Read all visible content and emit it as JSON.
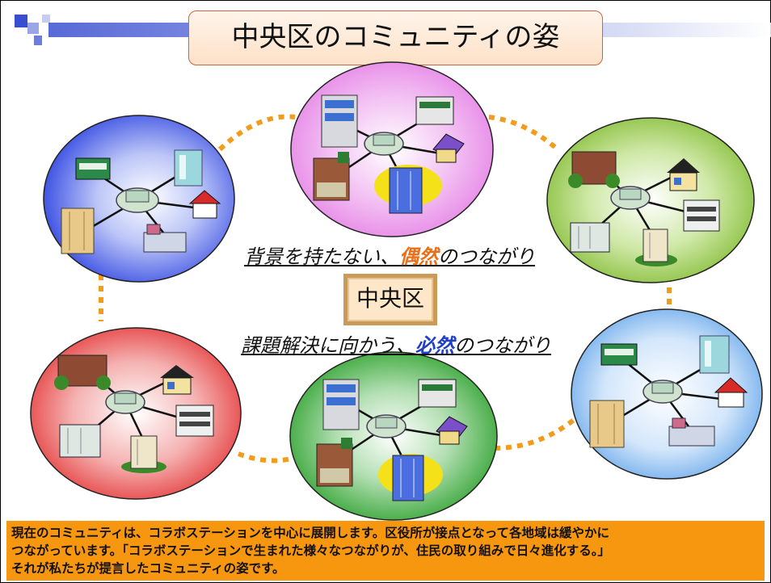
{
  "title": "中央区のコミュニティの姿",
  "center_label": "中央区",
  "caption_top": {
    "before": "背景を持たない、",
    "emphasis": "偶然",
    "after": "のつながり"
  },
  "caption_bottom": {
    "before": "課題解決に向かう、",
    "emphasis": "必然",
    "after": "のつながり"
  },
  "footer_lines": [
    "現在のコミュニティは、コラボステーションを中心に展開します。区役所が接点となって各地域は緩やかに",
    "つながっています。「コラボステーションで生まれた様々なつながりが、住民の取り組みで日々進化する。」",
    "それが私たちが提言したコミュニティの姿です。"
  ],
  "colors": {
    "dots": "#f39b1c",
    "footer_bg": "#f7960f",
    "emphasis_top": "#e8701a",
    "emphasis_bottom": "#1f3fc4",
    "circle_blue": "#2a40e0",
    "circle_pink": "#e47be4",
    "circle_lime": "#7cb82a",
    "circle_red": "#e22a2a",
    "circle_green": "#1f9a1f",
    "circle_lightblue": "#5aa0e8"
  }
}
